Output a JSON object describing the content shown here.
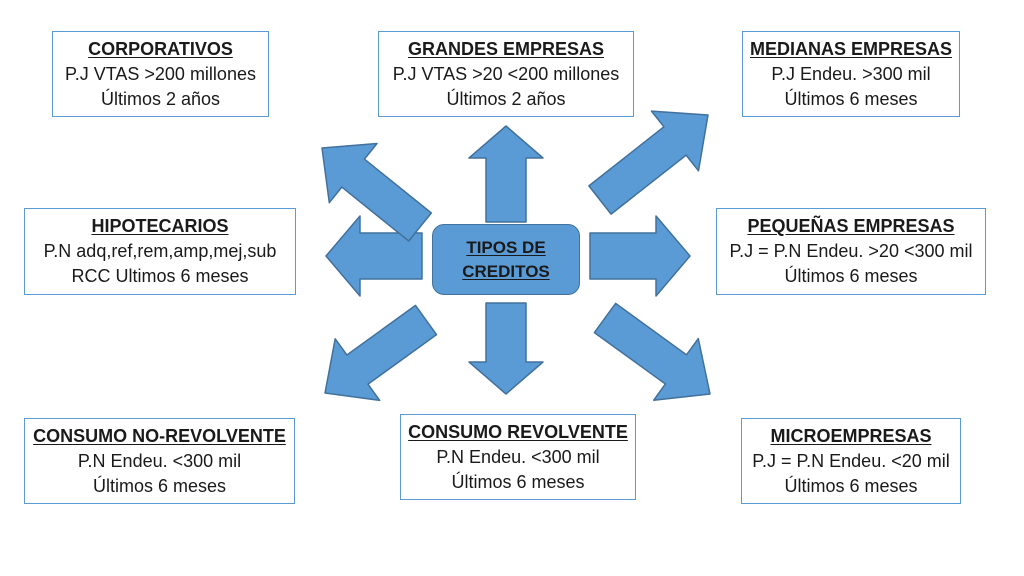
{
  "center": {
    "line1": "TIPOS  DE",
    "line2": "CREDITOS"
  },
  "boxes": {
    "corporativos": {
      "title": "CORPORATIVOS",
      "line1": "P.J  VTAS >200 millones",
      "line2": "Últimos 2 años"
    },
    "grandes": {
      "title": "GRANDES EMPRESAS",
      "line1": "P.J  VTAS >20 <200 millones",
      "line2": "Últimos 2 años"
    },
    "medianas": {
      "title": "MEDIANAS EMPRESAS",
      "line1": "P.J  Endeu. >300 mil",
      "line2": "Últimos 6 meses"
    },
    "hipotecarios": {
      "title": "HIPOTECARIOS",
      "line1": "P.N adq,ref,rem,amp,mej,sub",
      "line2": "RCC  Ultimos 6 meses"
    },
    "pequenas": {
      "title": "PEQUEÑAS EMPRESAS",
      "line1": "P.J = P.N Endeu. >20 <300 mil",
      "line2": "Últimos 6 meses"
    },
    "consumo_no_revolvente": {
      "title": "CONSUMO NO-REVOLVENTE",
      "line1": "P.N Endeu. <300 mil",
      "line2": "Últimos 6 meses"
    },
    "consumo_revolvente": {
      "title": "CONSUMO REVOLVENTE",
      "line1": "P.N Endeu. <300 mil",
      "line2": "Últimos 6 meses"
    },
    "microempresas": {
      "title": "MICROEMPRESAS",
      "line1": "P.J = P.N Endeu. <20 mil",
      "line2": "Últimos 6 meses"
    }
  },
  "colors": {
    "arrow_fill": "#5b9bd5",
    "arrow_stroke": "#41719c",
    "box_border": "#5b9bd5",
    "center_fill": "#5b9bd5"
  }
}
